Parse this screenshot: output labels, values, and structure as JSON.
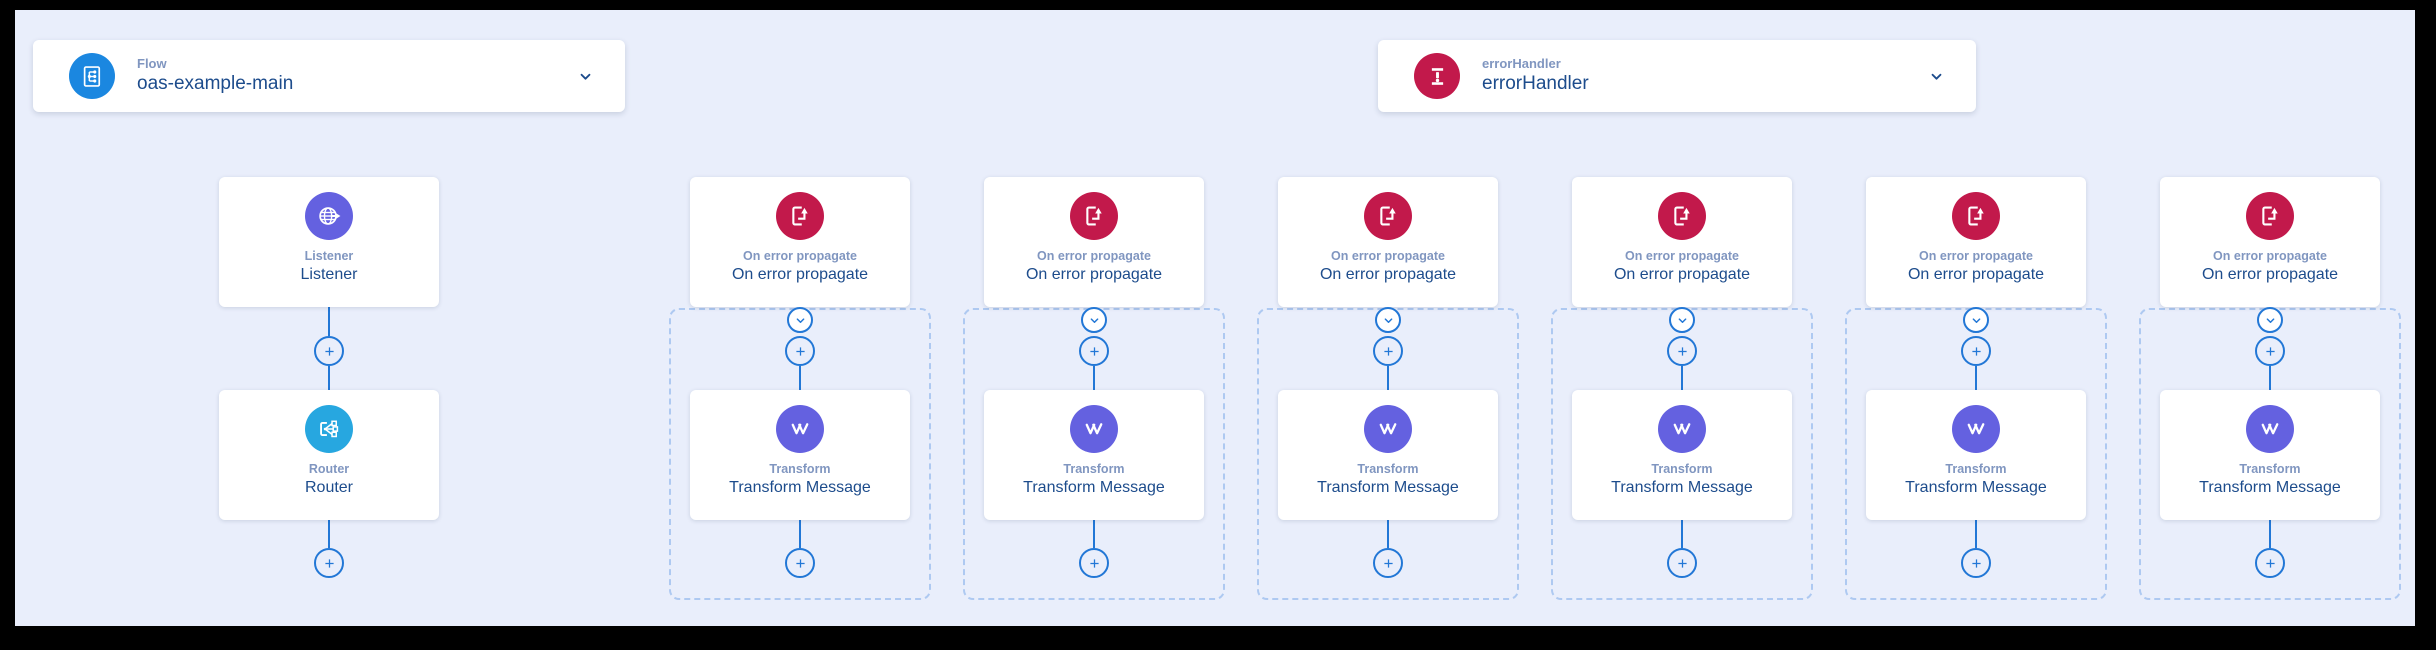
{
  "colors": {
    "canvas_bg": "#e9eefb",
    "frame_bg": "#000000",
    "flow_blue": "#1b87e0",
    "error_red": "#c2194b",
    "indigo": "#6461e0",
    "router_cyan": "#27a7e0",
    "connector_blue": "#2277d6",
    "dashed_border": "#aec9f1",
    "label_gray_blue": "#8096c0",
    "title_navy": "#1d4c8c"
  },
  "icons": {
    "flow": "flow-icon",
    "error_handler": "error-handler-icon",
    "listener": "http-listener-icon",
    "router": "router-icon",
    "on_error_propagate": "on-error-propagate-icon",
    "transform": "dataweave-transform-icon",
    "dropdown": "chevron-down-icon",
    "add": "plus-icon",
    "collapse": "chevron-down-icon"
  },
  "selectors": {
    "flow": {
      "label": "Flow",
      "title": "oas-example-main"
    },
    "error_handler": {
      "label": "errorHandler",
      "title": "errorHandler"
    }
  },
  "main_flow": {
    "listener": {
      "label": "Listener",
      "title": "Listener"
    },
    "router": {
      "label": "Router",
      "title": "Router"
    }
  },
  "error_lanes": [
    {
      "handler": {
        "label": "On error propagate",
        "title": "On error propagate"
      },
      "processor": {
        "label": "Transform",
        "title": "Transform Message"
      }
    },
    {
      "handler": {
        "label": "On error propagate",
        "title": "On error propagate"
      },
      "processor": {
        "label": "Transform",
        "title": "Transform Message"
      }
    },
    {
      "handler": {
        "label": "On error propagate",
        "title": "On error propagate"
      },
      "processor": {
        "label": "Transform",
        "title": "Transform Message"
      }
    },
    {
      "handler": {
        "label": "On error propagate",
        "title": "On error propagate"
      },
      "processor": {
        "label": "Transform",
        "title": "Transform Message"
      }
    },
    {
      "handler": {
        "label": "On error propagate",
        "title": "On error propagate"
      },
      "processor": {
        "label": "Transform",
        "title": "Transform Message"
      }
    },
    {
      "handler": {
        "label": "On error propagate",
        "title": "On error propagate"
      },
      "processor": {
        "label": "Transform",
        "title": "Transform Message"
      }
    }
  ]
}
